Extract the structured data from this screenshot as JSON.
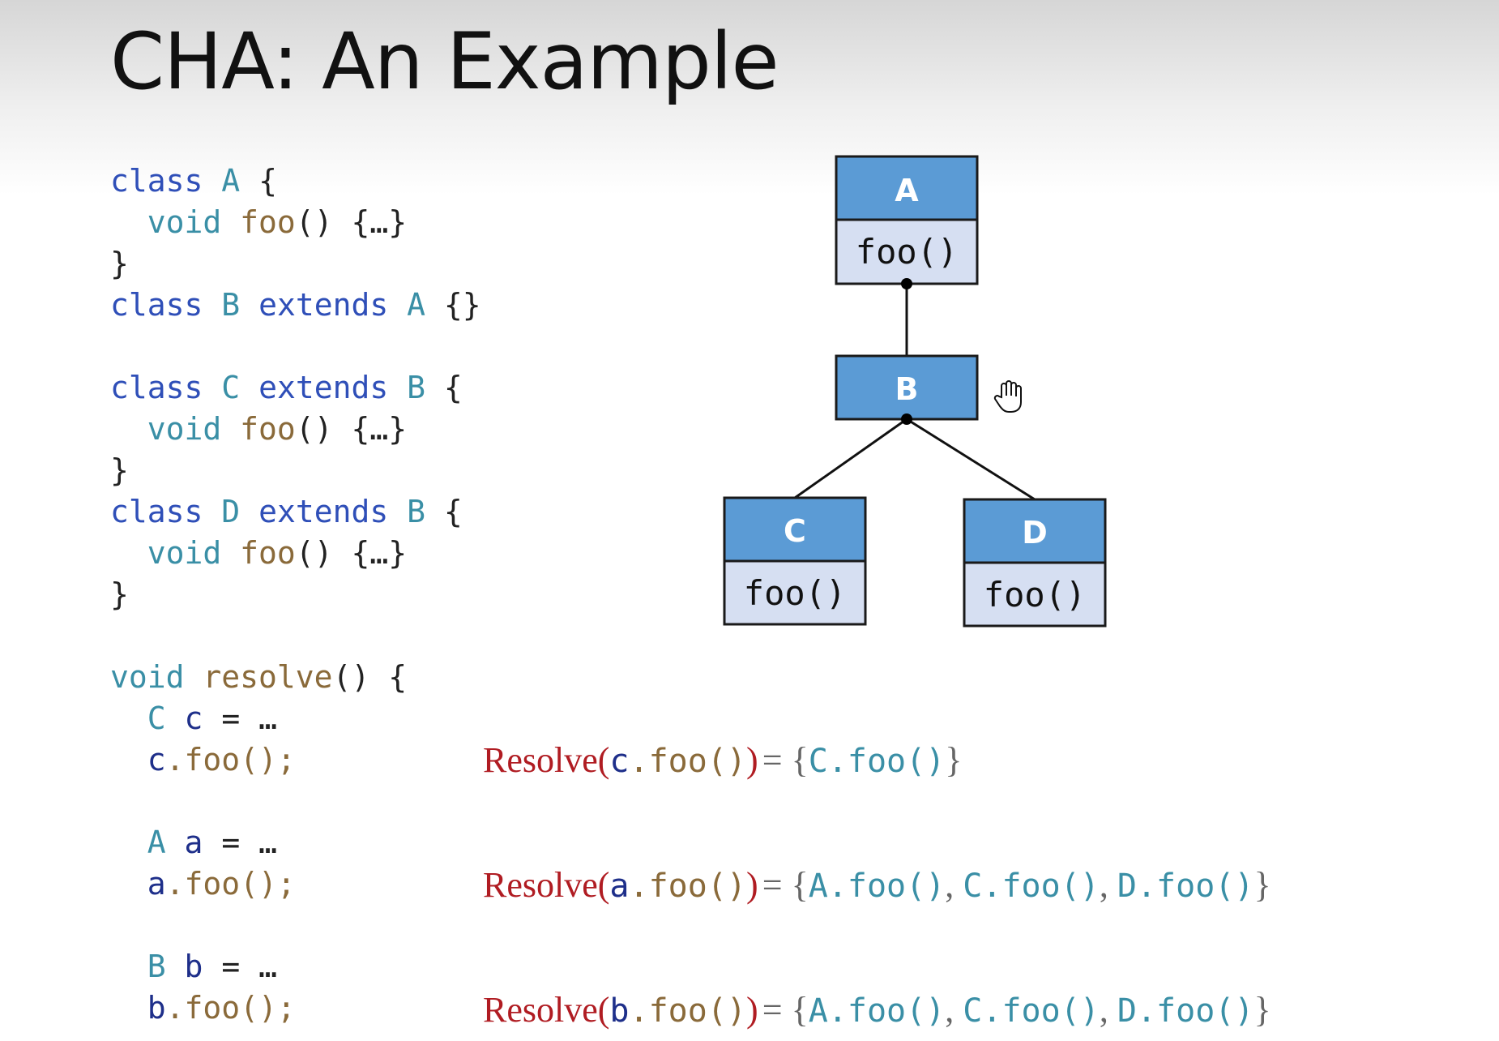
{
  "slide": {
    "title": "CHA: An Example"
  },
  "code": {
    "class_a": {
      "kw": "class",
      "name": "A",
      "open": "{",
      "close": "}"
    },
    "method": {
      "ret": "void",
      "name": "foo",
      "parens": "()",
      "body": "{…}"
    },
    "class_b": {
      "kw": "class",
      "name": "B",
      "extends": "extends",
      "super": "A",
      "body": "{}"
    },
    "class_c": {
      "kw": "class",
      "name": "C",
      "extends": "extends",
      "super": "B",
      "open": "{",
      "close": "}"
    },
    "class_d": {
      "kw": "class",
      "name": "D",
      "extends": "extends",
      "super": "B",
      "open": "{",
      "close": "}"
    },
    "resolve_fn": {
      "ret": "void",
      "name": "resolve",
      "sig": "() {"
    },
    "decl_c": {
      "type": "C",
      "var": "c",
      "rhs": "= …",
      "call_var": "c",
      "call": ".foo();"
    },
    "decl_a": {
      "type": "A",
      "var": "a",
      "rhs": "= …",
      "call_var": "a",
      "call": ".foo();"
    },
    "decl_b": {
      "type": "B",
      "var": "b",
      "rhs": "= …",
      "call_var": "b",
      "call": ".foo();"
    }
  },
  "hierarchy": {
    "nodes": [
      {
        "name": "A",
        "method": "foo()"
      },
      {
        "name": "B",
        "method": ""
      },
      {
        "name": "C",
        "method": "foo()"
      },
      {
        "name": "D",
        "method": "foo()"
      }
    ],
    "edges": [
      [
        "A",
        "B"
      ],
      [
        "B",
        "C"
      ],
      [
        "B",
        "D"
      ]
    ],
    "header_color": "#5b9bd5",
    "body_color": "#d6dff2"
  },
  "resolutions": [
    {
      "word": "Resolve",
      "var": "c",
      "call": ".foo()",
      "result": [
        "C.foo()"
      ]
    },
    {
      "word": "Resolve",
      "var": "a",
      "call": ".foo()",
      "result": [
        "A.foo()",
        "C.foo()",
        "D.foo()"
      ]
    },
    {
      "word": "Resolve",
      "var": "b",
      "call": ".foo()",
      "result": [
        "A.foo()",
        "C.foo()",
        "D.foo()"
      ]
    }
  ],
  "colors": {
    "keyword": "#2f4fb8",
    "type": "#3a8fa6",
    "method": "#8a6a3a",
    "variable": "#1e2f8a",
    "resolve": "#b01c22"
  }
}
